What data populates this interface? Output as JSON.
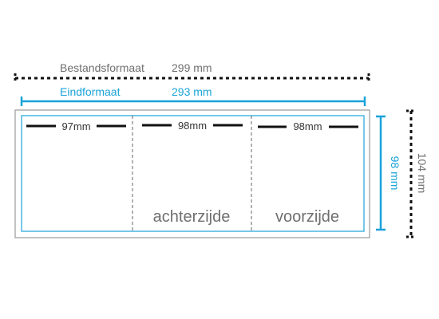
{
  "file_format": {
    "label": "Bestandsformaat",
    "value": "299 mm"
  },
  "final_format": {
    "label": "Eindformaat",
    "value": "293 mm"
  },
  "panels": [
    {
      "width_label": "97mm",
      "side_label": ""
    },
    {
      "width_label": "98mm",
      "side_label": "achterzijde"
    },
    {
      "width_label": "98mm",
      "side_label": "voorzijde"
    }
  ],
  "height_final": "98 mm",
  "height_file": "104 mm",
  "colors": {
    "final_format": "#1aa3d9",
    "file_format": "#111111",
    "label_grey": "#6f6f6f",
    "outline": "#999999"
  }
}
